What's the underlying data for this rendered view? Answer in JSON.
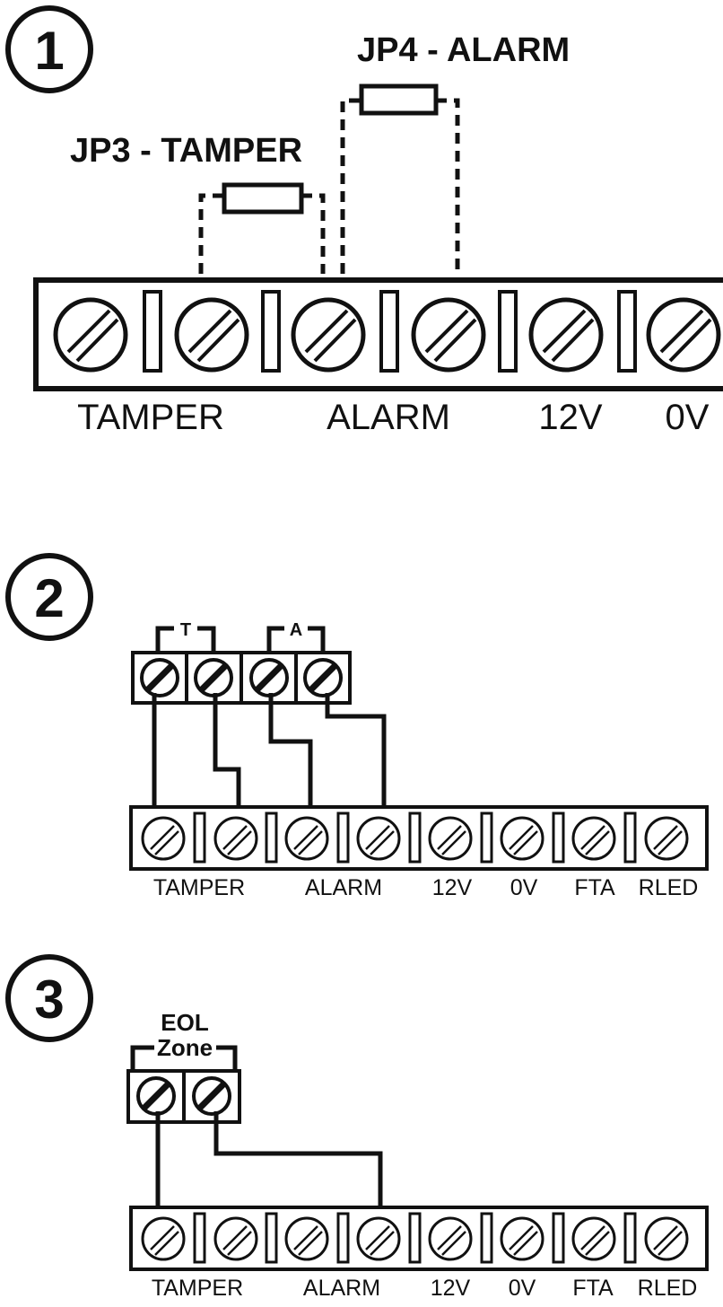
{
  "diagram1": {
    "number": "1",
    "jp3_label": "JP3 - TAMPER",
    "jp4_label": "JP4 - ALARM",
    "terminals": [
      "TAMPER",
      "ALARM",
      "12V",
      "0V"
    ]
  },
  "diagram2": {
    "number": "2",
    "group_t": "T",
    "group_a": "A",
    "terminals": [
      "TAMPER",
      "ALARM",
      "12V",
      "0V",
      "FTA",
      "RLED"
    ]
  },
  "diagram3": {
    "number": "3",
    "eol_label": "EOL",
    "zone_label": "Zone",
    "terminals": [
      "TAMPER",
      "ALARM",
      "12V",
      "0V",
      "FTA",
      "RLED"
    ]
  }
}
